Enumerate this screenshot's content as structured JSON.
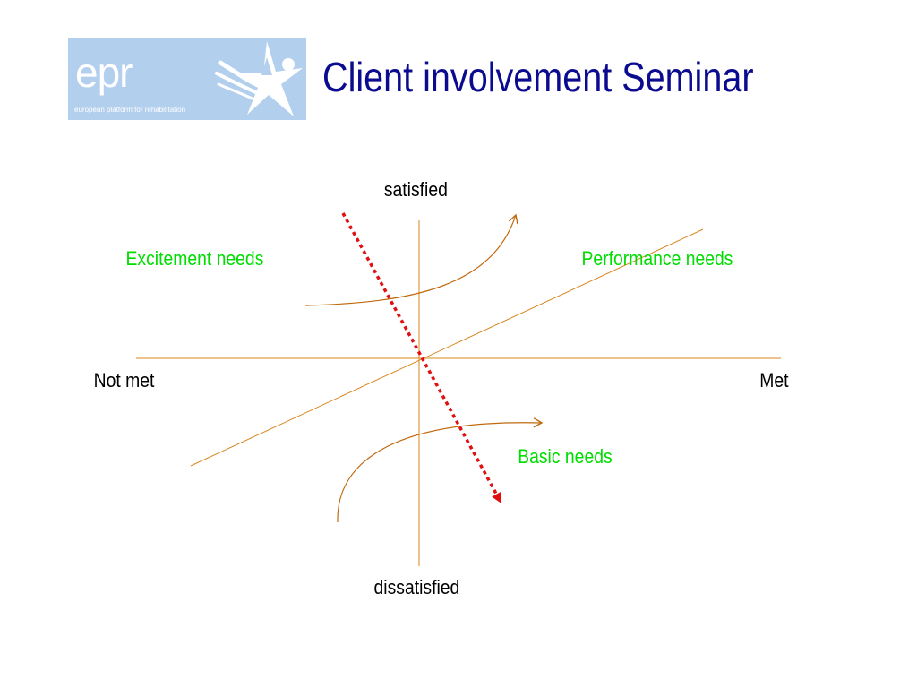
{
  "slide": {
    "title": "Client involvement Seminar"
  },
  "logo": {
    "word": "epr",
    "tagline": "european platform for rehabilitation"
  },
  "diagram": {
    "axis_labels": {
      "top": "satisfied",
      "bottom": "dissatisfied",
      "left": "Not met",
      "right": "Met"
    },
    "need_labels": {
      "excitement": "Excitement needs",
      "performance": "Performance needs",
      "basic": "Basic needs"
    }
  },
  "colors": {
    "title": "#0b0b8f",
    "need_label": "#00dd00",
    "axis_line": "#d9861e",
    "curve": "#c06a10",
    "trend_arrow": "#e01010",
    "logo_background": "#b3cfee"
  }
}
